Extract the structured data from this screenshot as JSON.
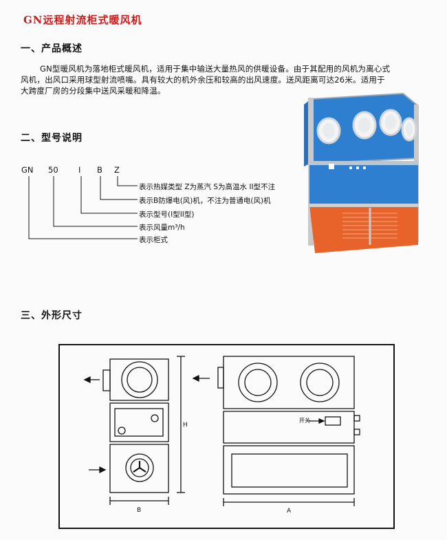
{
  "title": "GN远程射流柜式暖风机",
  "section1": {
    "heading": "一、产品概述",
    "line1": "GN型暖风机为落地柜式暖风机，适用于集中输送大量热风的供暖设备。由于其配用的风机为离心式",
    "line2": "风机，出风口采用球型射流喷嘴。具有较大的机外余压和较高的出风速度。送风距离可达26米。适用于",
    "line3": "大跨度厂房的分段集中送风采暖和降温。"
  },
  "section2": {
    "heading": "二、型号说明",
    "codes": [
      "GN",
      "50",
      "I",
      "B",
      "Z"
    ],
    "descriptions": [
      "表示热媒类型 Z为蒸汽 S为高温水 II型不注",
      "表示B防爆电(风)机，不注为普通电(风)机",
      "表示型号(I型II型)",
      "表示风量m³/h",
      "表示柜式"
    ]
  },
  "section3": {
    "heading": "三、外形尺寸",
    "dim_height": "H",
    "dim_depth": "B",
    "dim_width": "A",
    "switch_label": "开关"
  },
  "colors": {
    "title": "#cc1a1a",
    "cabinet_blue": "#2f7fd0",
    "cabinet_orange": "#e8632a",
    "frame_gray": "#c9c9c9"
  }
}
